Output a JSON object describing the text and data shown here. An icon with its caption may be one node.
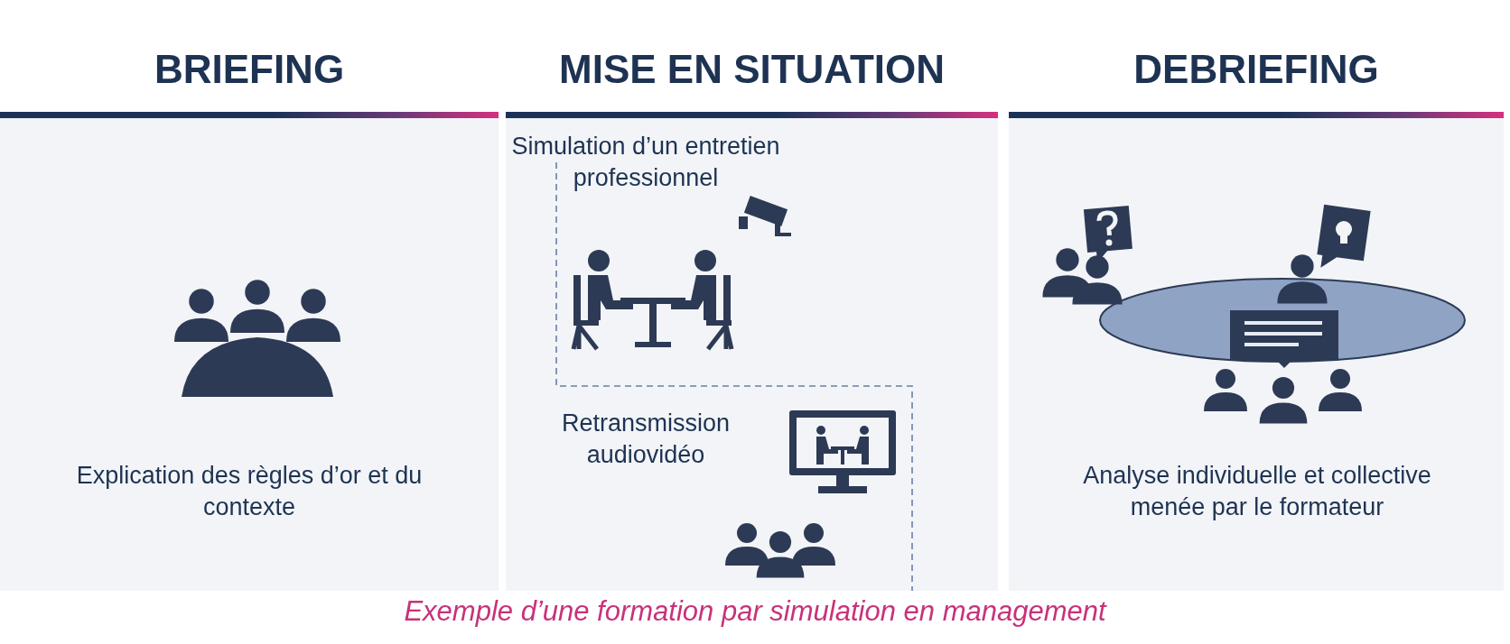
{
  "diagram": {
    "caption": "Exemple d’une formation par simulation en management",
    "nodes": [
      {
        "text": [
          "BRIEFING",
          "Explication des règles d’or et du contexte"
        ]
      },
      {
        "text": [
          "MISE EN SITUATION",
          "Simulation d’un entretien professionnel",
          "Retransmission audiovidéo"
        ]
      },
      {
        "text": [
          "DEBRIEFING",
          "Analyse individuelle et collective menée par le formateur"
        ]
      }
    ],
    "edges": []
  }
}
